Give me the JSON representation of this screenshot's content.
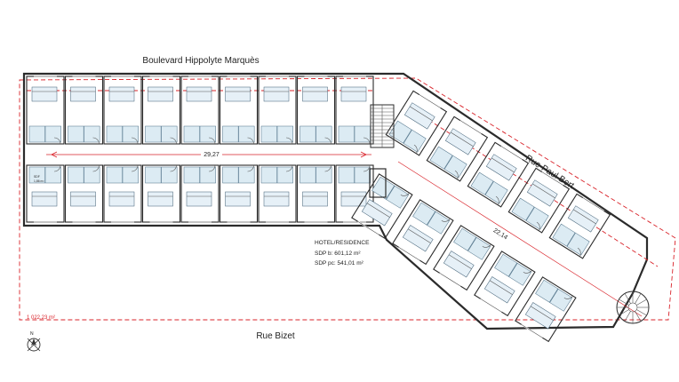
{
  "streets": {
    "north": "Boulevard Hippolyte Marquès",
    "east": "Rue Paul Bert",
    "south": "Rue Bizet"
  },
  "dimensions": {
    "corridor_length": "29,27",
    "diagonal_length": "22,14",
    "plot_area": "1 022,23 m²"
  },
  "program": {
    "title": "HOTEL/RESIDENCE",
    "sdp_b": "SDP b: 601,12 m²",
    "sdp_pc": "SDP pc: 541,01 m²"
  },
  "small_labels": {
    "sdf": "SDF",
    "sdf_area": "1,86 m²"
  },
  "north_arrow": "N",
  "colors": {
    "wall": "#2b2b2b",
    "dashed_red": "#d9232a",
    "bathroom_fill": "#dcebf3",
    "background": "#ffffff"
  }
}
